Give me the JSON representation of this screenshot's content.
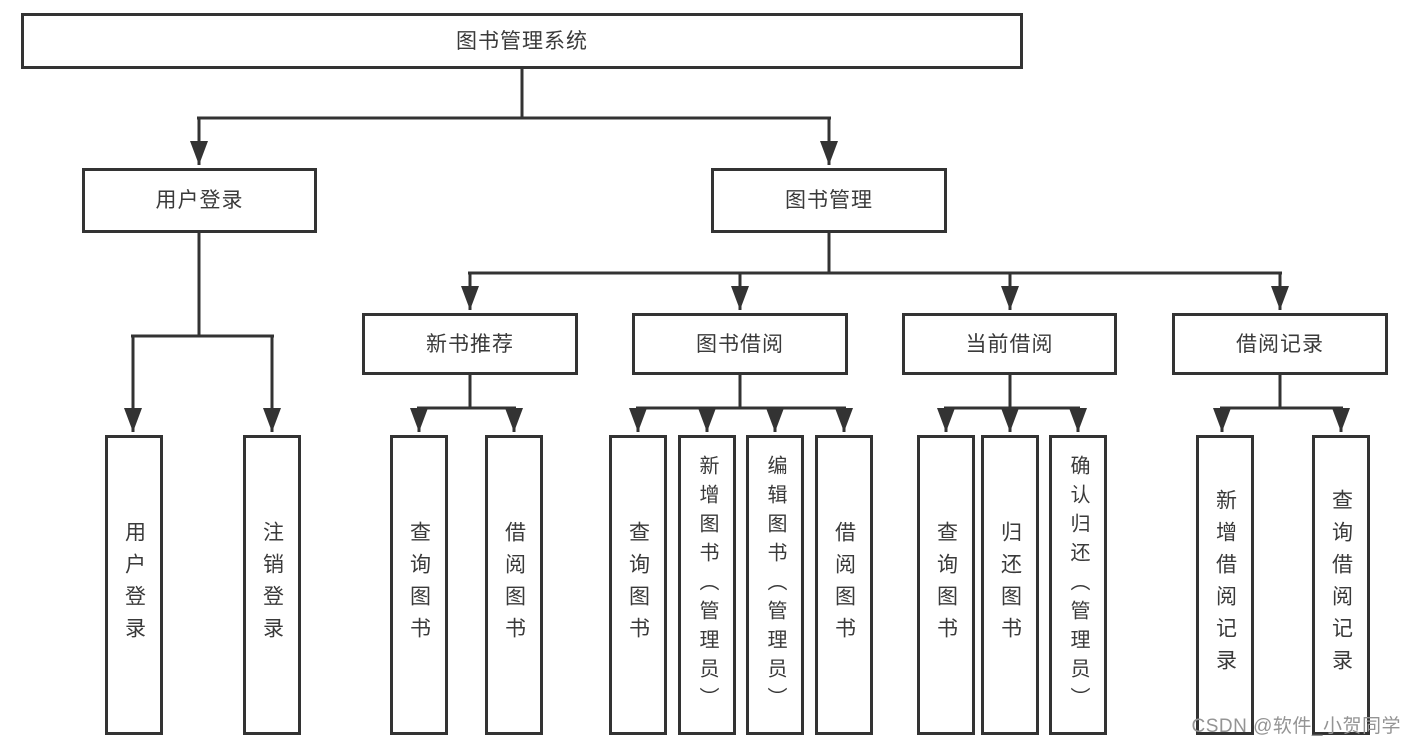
{
  "diagram": {
    "root": {
      "label": "图书管理系统"
    },
    "level2": [
      {
        "label": "用户登录"
      },
      {
        "label": "图书管理"
      }
    ],
    "level3": [
      {
        "label": "新书推荐"
      },
      {
        "label": "图书借阅"
      },
      {
        "label": "当前借阅"
      },
      {
        "label": "借阅记录"
      }
    ],
    "leaves": {
      "user_login": [
        {
          "label": "用户登录"
        },
        {
          "label": "注销登录"
        }
      ],
      "new_books": [
        {
          "label": "查询图书"
        },
        {
          "label": "借阅图书"
        }
      ],
      "book_borrow": [
        {
          "label": "查询图书"
        },
        {
          "label": "新增图书（管理员）"
        },
        {
          "label": "编辑图书（管理员）"
        },
        {
          "label": "借阅图书"
        }
      ],
      "current_borrow": [
        {
          "label": "查询图书"
        },
        {
          "label": "归还图书"
        },
        {
          "label": "确认归还（管理员）"
        }
      ],
      "borrow_records": [
        {
          "label": "新增借阅记录"
        },
        {
          "label": "查询借阅记录"
        }
      ]
    }
  },
  "colors": {
    "line": "#333333",
    "box_border": "#333333",
    "box_fill": "#ffffff",
    "text": "#3a3a3a",
    "watermark": "#949494"
  },
  "watermark": {
    "text": "CSDN @软件_小贺同学"
  }
}
